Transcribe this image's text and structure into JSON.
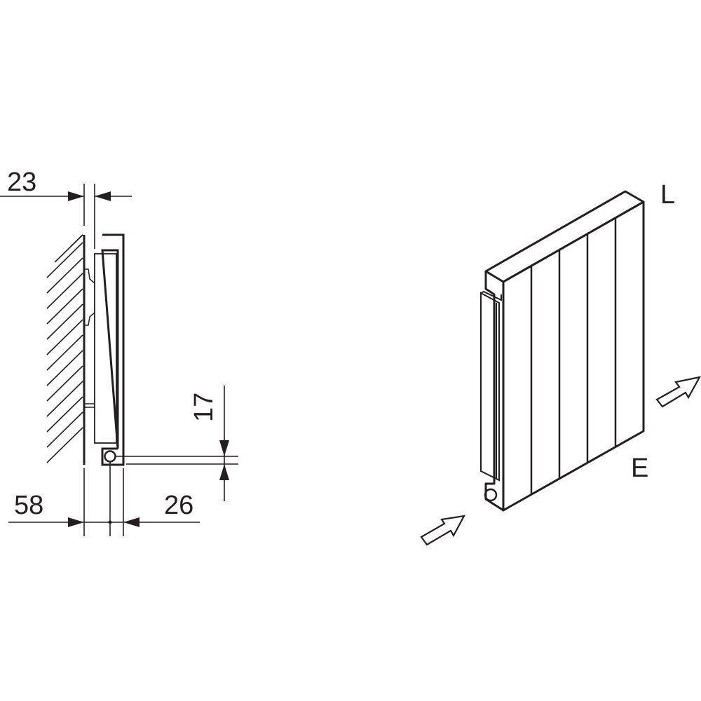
{
  "side_view": {
    "dim_wall_gap": "23",
    "dim_depth_to_pipe": "58",
    "dim_pipe_to_front": "26",
    "dim_pipe_height": "17"
  },
  "iso_view": {
    "label_top": "L",
    "label_bottom": "E",
    "panel_count": 5
  },
  "colors": {
    "ink": "#231f20",
    "background": "#ffffff"
  }
}
